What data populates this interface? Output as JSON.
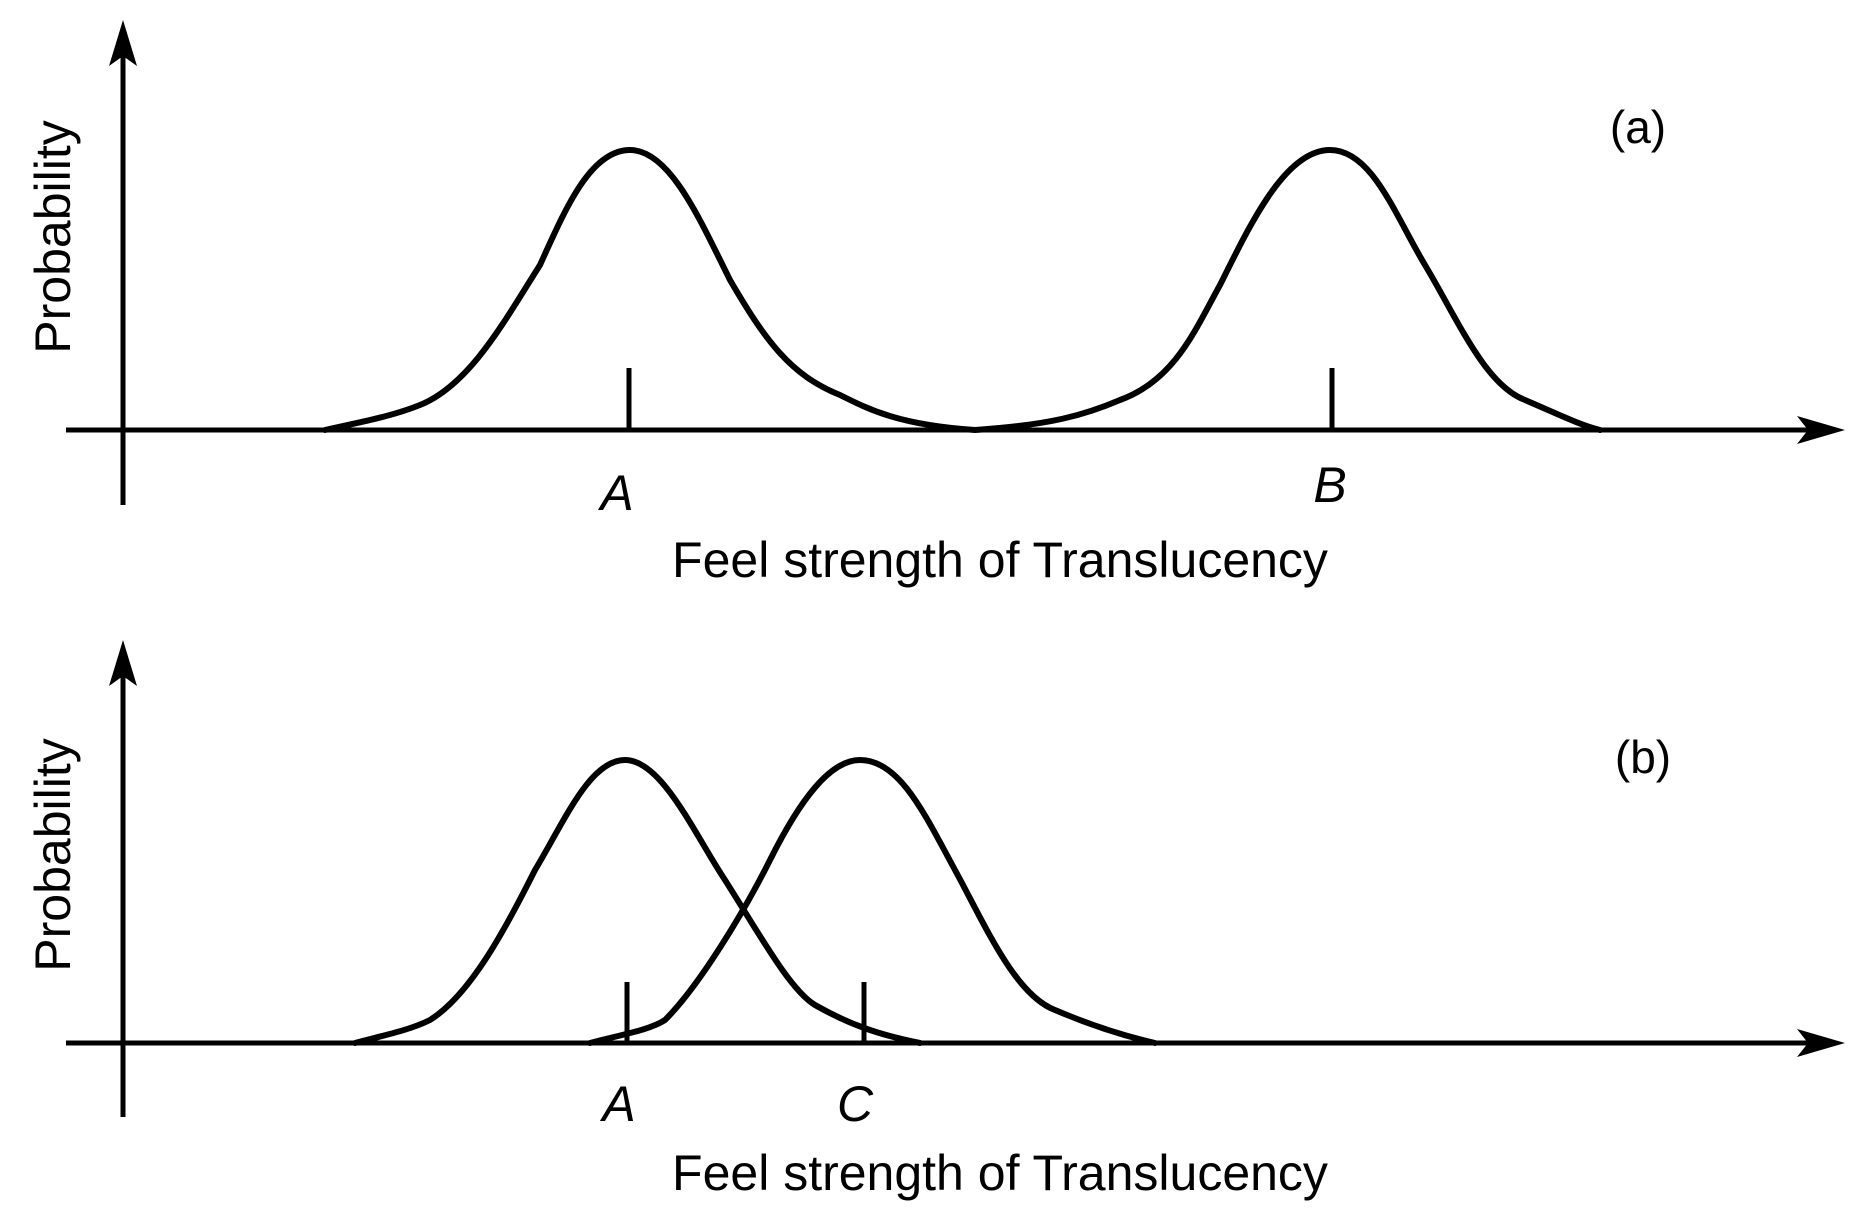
{
  "chart_data": [
    {
      "type": "line",
      "panel_label": "(a)",
      "xlabel": "Feel strength of Translucency",
      "ylabel": "Probability",
      "ticks": [
        "A",
        "B"
      ],
      "series": [
        {
          "mean": "A"
        },
        {
          "mean": "B"
        }
      ],
      "grid": false
    },
    {
      "type": "line",
      "panel_label": "(b)",
      "xlabel": "Feel strength of Translucency",
      "ylabel": "Probability",
      "ticks": [
        "A",
        "C"
      ],
      "series": [
        {
          "mean": "A"
        },
        {
          "mean": "C"
        }
      ],
      "grid": false
    }
  ]
}
